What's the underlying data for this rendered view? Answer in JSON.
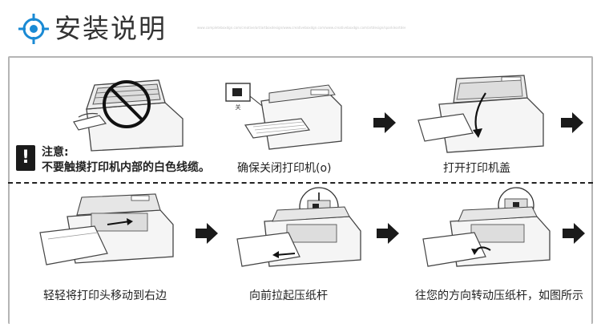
{
  "header": {
    "title": "安装说明",
    "watermark": "www.completeboxdgn.com/creative/art/artboxdesign/www.creativeboxdgn.com/www.creativeboxdgn.com/artdesign/sparkleartdesign/nvcepaint.com/creative/art/tinyboxdesign.com"
  },
  "warning": {
    "title": "注意:",
    "text": "不要触摸打印机内部的白色线缆。"
  },
  "steps": [
    {
      "caption": "确保关闭打印机(o)"
    },
    {
      "caption": "打开打印机盖"
    },
    {
      "caption": "轻轻将打印头移动到右边"
    },
    {
      "caption": "向前拉起压纸杆"
    },
    {
      "caption": "往您的方向转动压纸杆，如图所示"
    }
  ],
  "colors": {
    "accent": "#1a8ad4",
    "text": "#222222",
    "border": "#b5b5b5"
  },
  "icons": {
    "logo": "crosshair-icon",
    "warning": "exclamation-icon",
    "step_arrow": "arrow-right-icon"
  }
}
